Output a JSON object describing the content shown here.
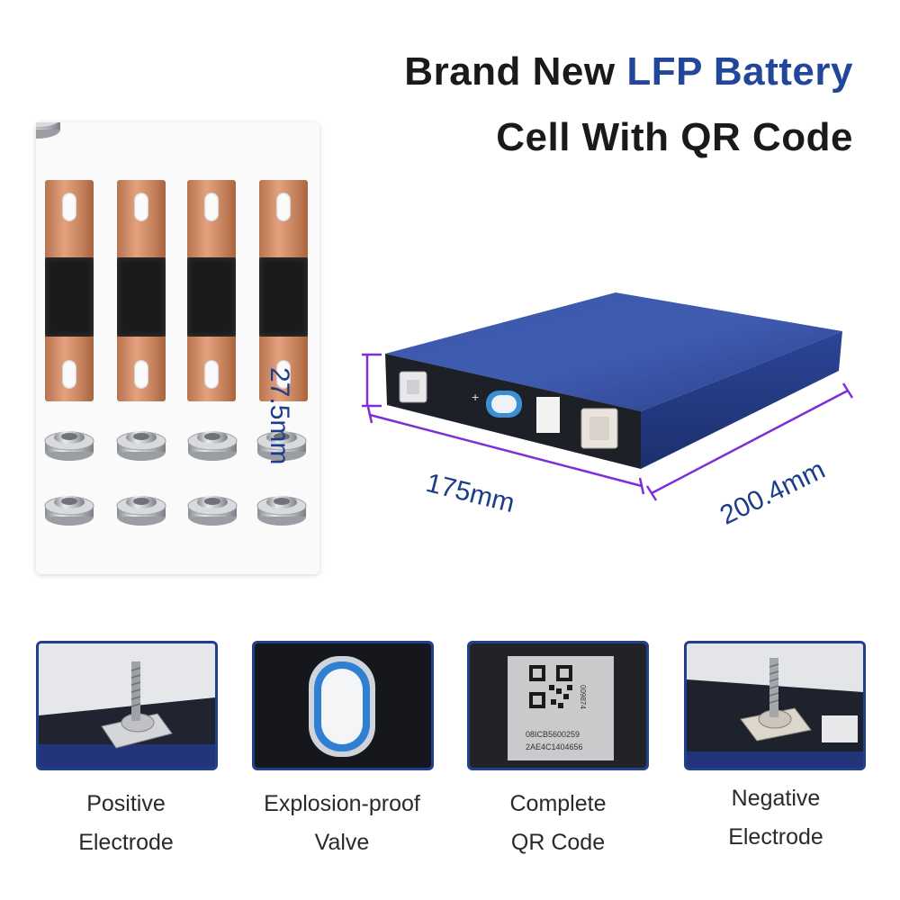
{
  "title": {
    "line1_prefix": "Brand New ",
    "line1_accent": "LFP Battery",
    "line2": "Cell With QR Code"
  },
  "colors": {
    "accent": "#22479a",
    "dimension_line": "#7b2fd6",
    "thumb_border": "#1f3f8f"
  },
  "dimensions": {
    "height": "27.5mm",
    "width": "175mm",
    "length": "200.4mm"
  },
  "qr_label": {
    "code1": "08ICB5600259",
    "code2": "2AE4C1404656",
    "side": "009874"
  },
  "terminal_sign": "+",
  "features": [
    {
      "line1": "Positive",
      "line2": "Electrode",
      "icon": "positive-electrode-icon"
    },
    {
      "line1": "Explosion-proof",
      "line2": "Valve",
      "icon": "explosion-proof-valve-icon"
    },
    {
      "line1": "Complete",
      "line2": "QR Code",
      "icon": "qr-code-icon"
    },
    {
      "line1": "Negative",
      "line2": "Electrode",
      "icon": "negative-electrode-icon"
    }
  ]
}
